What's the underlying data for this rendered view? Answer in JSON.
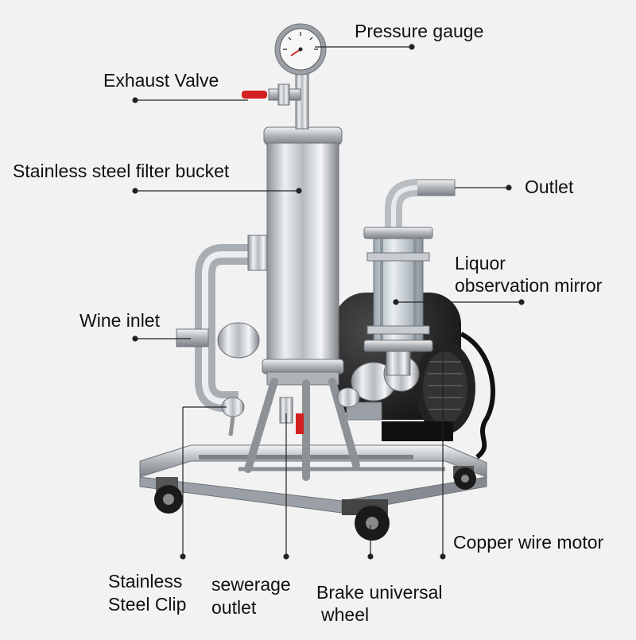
{
  "labels": {
    "pressure_gauge": "Pressure gauge",
    "exhaust_valve": "Exhaust Valve",
    "filter_bucket": "Stainless steel filter bucket",
    "outlet": "Outlet",
    "mirror_line1": "Liquor",
    "mirror_line2": "observation mirror",
    "wine_inlet": "Wine inlet",
    "motor": "Copper wire motor",
    "clip_line1": "Stainless",
    "clip_line2": "Steel Clip",
    "sewerage_line1": "sewerage",
    "sewerage_line2": "outlet",
    "wheel_line1": "Brake universal",
    "wheel_line2": "wheel"
  },
  "colors": {
    "background": "#f2f2f2",
    "steel": "#c8ccd0",
    "motor": "#1c1c1c",
    "leader": "#222222",
    "valve": "#d42020"
  }
}
